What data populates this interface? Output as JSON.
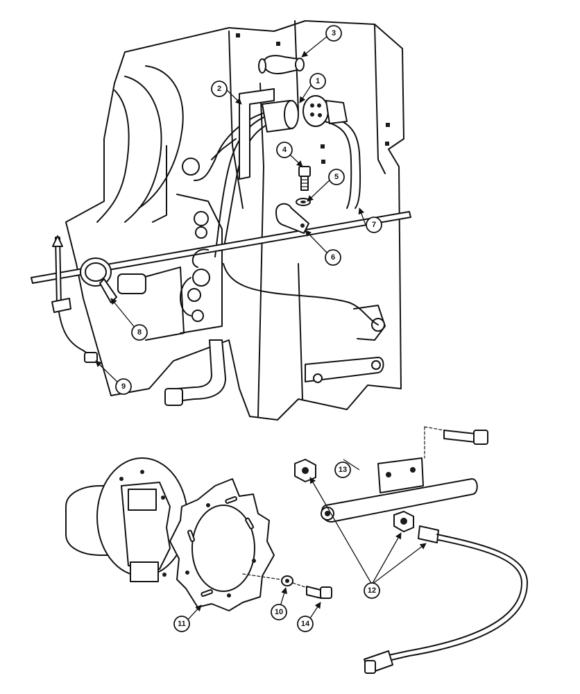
{
  "callouts": [
    {
      "id": "callout-1",
      "number": "1"
    },
    {
      "id": "callout-2",
      "number": "2"
    },
    {
      "id": "callout-3",
      "number": "3"
    },
    {
      "id": "callout-4",
      "number": "4"
    },
    {
      "id": "callout-5",
      "number": "5"
    },
    {
      "id": "callout-6",
      "number": "6"
    },
    {
      "id": "callout-7",
      "number": "7"
    },
    {
      "id": "callout-8",
      "number": "8"
    },
    {
      "id": "callout-9",
      "number": "9"
    },
    {
      "id": "callout-10",
      "number": "10"
    },
    {
      "id": "callout-11",
      "number": "11"
    },
    {
      "id": "callout-12",
      "number": "12"
    },
    {
      "id": "callout-13",
      "number": "13"
    },
    {
      "id": "callout-14",
      "number": "14"
    }
  ]
}
